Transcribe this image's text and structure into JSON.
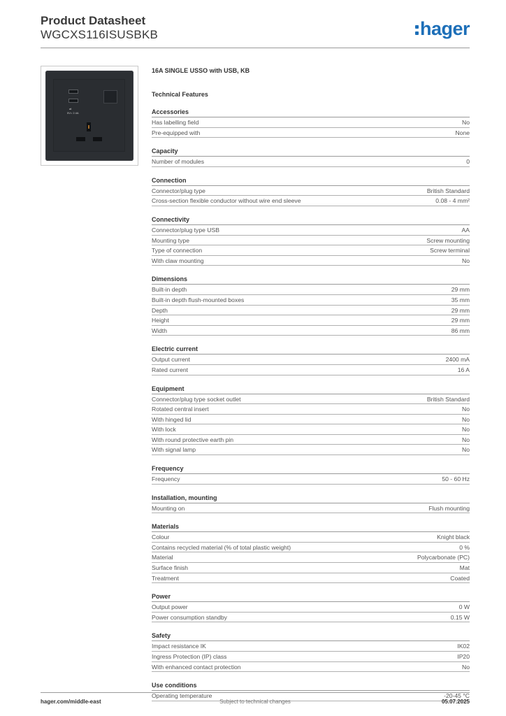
{
  "header": {
    "title": "Product Datasheet",
    "code": "WGCXS116ISUSBKB",
    "logo": "hager",
    "logo_color": "#1d6fb8"
  },
  "product": {
    "name": "16A SINGLE USSO with USB, KB",
    "features_heading": "Technical Features",
    "usb_label": "5V= 2.4A"
  },
  "sections": [
    {
      "title": "Accessories",
      "rows": [
        {
          "label": "Has labelling field",
          "value": "No"
        },
        {
          "label": "Pre-equipped with",
          "value": "None"
        }
      ]
    },
    {
      "title": "Capacity",
      "rows": [
        {
          "label": "Number of modules",
          "value": "0"
        }
      ]
    },
    {
      "title": "Connection",
      "rows": [
        {
          "label": "Connector/plug type",
          "value": "British Standard"
        },
        {
          "label": "Cross-section flexible conductor without wire end sleeve",
          "value": "0.08 - 4 mm²"
        }
      ]
    },
    {
      "title": "Connectivity",
      "rows": [
        {
          "label": "Connector/plug type USB",
          "value": "AA"
        },
        {
          "label": "Mounting type",
          "value": "Screw mounting"
        },
        {
          "label": "Type of connection",
          "value": "Screw terminal"
        },
        {
          "label": "With claw mounting",
          "value": "No"
        }
      ]
    },
    {
      "title": "Dimensions",
      "rows": [
        {
          "label": "Built-in depth",
          "value": "29 mm"
        },
        {
          "label": "Built-in depth flush-mounted boxes",
          "value": "35 mm"
        },
        {
          "label": "Depth",
          "value": "29 mm"
        },
        {
          "label": "Height",
          "value": "29 mm"
        },
        {
          "label": "Width",
          "value": "86 mm"
        }
      ]
    },
    {
      "title": "Electric current",
      "rows": [
        {
          "label": "Output current",
          "value": "2400 mA"
        },
        {
          "label": "Rated current",
          "value": "16 A"
        }
      ]
    },
    {
      "title": "Equipment",
      "rows": [
        {
          "label": "Connector/plug type socket outlet",
          "value": "British Standard"
        },
        {
          "label": "Rotated central insert",
          "value": "No"
        },
        {
          "label": "With hinged lid",
          "value": "No"
        },
        {
          "label": "With lock",
          "value": "No"
        },
        {
          "label": "With round protective earth pin",
          "value": "No"
        },
        {
          "label": "With signal lamp",
          "value": "No"
        }
      ]
    },
    {
      "title": "Frequency",
      "rows": [
        {
          "label": "Frequency",
          "value": "50 - 60 Hz"
        }
      ]
    },
    {
      "title": "Installation, mounting",
      "rows": [
        {
          "label": "Mounting on",
          "value": "Flush mounting"
        }
      ]
    },
    {
      "title": "Materials",
      "rows": [
        {
          "label": "Colour",
          "value": "Knight black"
        },
        {
          "label": "Contains recycled material (% of total plastic weight)",
          "value": "0 %"
        },
        {
          "label": "Material",
          "value": "Polycarbonate (PC)"
        },
        {
          "label": "Surface finish",
          "value": "Mat"
        },
        {
          "label": "Treatment",
          "value": "Coated"
        }
      ]
    },
    {
      "title": "Power",
      "rows": [
        {
          "label": "Output power",
          "value": "0 W"
        },
        {
          "label": "Power consumption standby",
          "value": "0.15 W"
        }
      ]
    },
    {
      "title": "Safety",
      "rows": [
        {
          "label": "Impact resistance IK",
          "value": "IK02"
        },
        {
          "label": "Ingress Protection (IP) class",
          "value": "IP20"
        },
        {
          "label": "With enhanced contact protection",
          "value": "No"
        }
      ]
    },
    {
      "title": "Use conditions",
      "rows": [
        {
          "label": "Operating temperature",
          "value": "-20-45 °C"
        }
      ]
    }
  ],
  "footer": {
    "left": "hager.com/middle-east",
    "center": "Subject to technical changes",
    "right": "05.07.2025"
  }
}
